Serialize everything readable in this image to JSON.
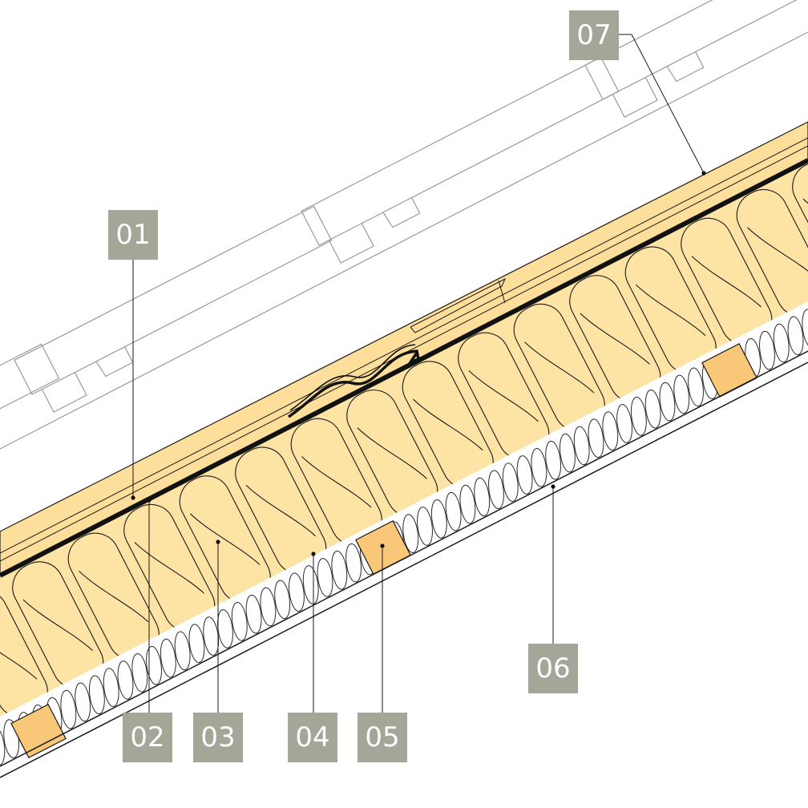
{
  "callouts": [
    {
      "id": "c01",
      "number": "01"
    },
    {
      "id": "c02",
      "number": "02"
    },
    {
      "id": "c03",
      "number": "03"
    },
    {
      "id": "c04",
      "number": "04"
    },
    {
      "id": "c05",
      "number": "05"
    },
    {
      "id": "c06",
      "number": "06"
    },
    {
      "id": "c07",
      "number": "07"
    }
  ],
  "colors": {
    "callout_background": "#a4a698",
    "insulation_fill": "#fde3a4",
    "board_fill": "#fdde9a",
    "batten_fill": "#f8c878",
    "tile_outline": "#9a9a9a",
    "line": "#1a1a1a"
  }
}
